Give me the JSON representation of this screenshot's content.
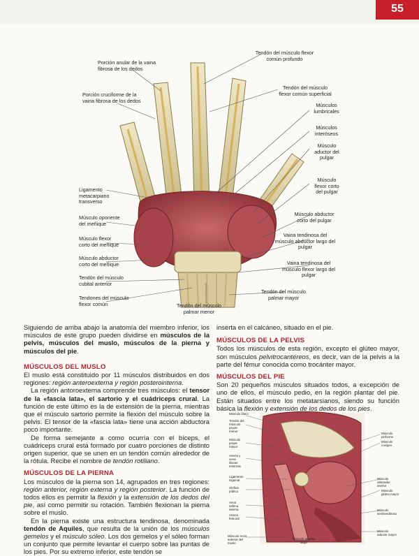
{
  "page_number": "55",
  "hand_labels": {
    "l1": "Porción anular de la vaina fibrosa de los dedos",
    "l2": "Porción cruciforme de la vaina fibrosa de los dedos",
    "l3": "Ligamento metacarpiano transverso",
    "l4": "Músculo oponente del meñique",
    "l5": "Músculo flexor corto del meñique",
    "l6": "Músculo abductor corto del meñique",
    "l7": "Tendón del músculo cubital anterior",
    "l8": "Tendones del músculo flexor común",
    "b1": "Tendón del músculo palmar menor",
    "r1": "Tendón del músculo flexor común profundo",
    "r2": "Tendón del músculo flexor común superficial",
    "r3": "Músculos lumbricales",
    "r4": "Músculos interóseos",
    "r5": "Músculo aductor del pulgar",
    "r6": "Músculo flexor corto del pulgar",
    "r7": "Músculo abductor corto del pulgar",
    "r8": "Vaina tendinosa del músculo abductor largo del pulgar",
    "r9": "Vaina tendinosa del músculo flexor largo del pulgar",
    "r10": "Tendón del músculo palmar mayor"
  },
  "left": {
    "intro_a": "Siguiendo de arriba abajo la anatomía del miembro inferior, los músculos de este grupo pueden dividirse en ",
    "intro_b": "músculos de la pelvis, músculos del muslo, músculos de la pierna y músculos del pie",
    "intro_c": ".",
    "h_muslo": "MÚSCULOS DEL MUSLO",
    "muslo_p1a": "El muslo está constituido por 11 músculos distribuidos en dos regiones: ",
    "muslo_p1b": "región anteroexterna y región posterointerna",
    "muslo_p1c": ".",
    "muslo_p2a": "La región antoroexterna comprende tres músculos: el ",
    "muslo_p2b": "tensor de la «fascia lata», el sartorio y el cuádriceps crural",
    "muslo_p2c": ". La función de este último es la de extensión de la pierna, mientras que el músculo sartorio permite la flexión del músculo sobre la pelvis. El tensor de la «fascia lata» tiene una acción abductora poco importante.",
    "muslo_p3a": "De forma semejante a como ocurría con el bíceps, el cuádriceps crural está formado por cuatro porciones de distinto origen superior, que se unen en un tendón común alrededor de la rótula. Recibe el nombre de ",
    "muslo_p3b": "tendón rotiliano",
    "muslo_p3c": ".",
    "h_pierna": "MÚSCULOS DE LA PIERNA",
    "pierna_p1a": "Los músculos de la pierna son 14, agrupados en tres regiones: ",
    "pierna_p1b": "región anterior, región externa y región posterior",
    "pierna_p1c": ". La función de todos ellos es permitir la ",
    "pierna_p1d": "flexión",
    "pierna_p1e": " y la ",
    "pierna_p1f": "extensión de los dedos del pie",
    "pierna_p1g": ", así como permitir su rotación. También flexionan la pierna sobre el muslo.",
    "pierna_p2a": "En la pierna existe una estructura tendinosa, denominada ",
    "pierna_p2b": "tendón de Aquiles",
    "pierna_p2c": ", que resulta de la unión de los ",
    "pierna_p2d": "músculos gemelos",
    "pierna_p2e": " y el ",
    "pierna_p2f": "músculo sóleo",
    "pierna_p2g": ". Los dos gemelos y el sóleo forman un conjunto que permite levantar el cuerpo sobre las puntas de los pies. Por su extremo inferior, este tendón se"
  },
  "right": {
    "cont": "inserta en el calcáneo, situado en el pie.",
    "h_pelvis": "MÚSCULOS DE LA PELVIS",
    "pelvis_a": "Todos los músculos de esta región, excepto el glúteo mayor, son músculos ",
    "pelvis_b": "pelvitrocantéreos",
    "pelvis_c": ", es decir, van de la pelvis a la parte del fémur conocida como trocánter mayor.",
    "h_pie": "MÚSCULOS DEL PIE",
    "pie_a": "Son 20 pequeños músculos situados todos, a excepción de uno de ellos, el músculo pedio, en la región plantar del pie. Están situados entre los metatarsianos, siendo su función básica la ",
    "pie_b": "flexión",
    "pie_c": " y ",
    "pie_d": "extensión de los dedos de los pies",
    "pie_e": "."
  },
  "hip_labels": {
    "a1": "Músculo ilíaco",
    "a2": "Tendón del músculo psoas menor",
    "a3": "Músculo psoas mayor",
    "a4": "Arteria y vena ilíacas externas",
    "a5": "Ligamento inguinal",
    "a6": "Sínfisis púbica",
    "a7": "Vena safena interna",
    "a8": "Arteria femoral",
    "a9": "Músculo recto anterior del muslo",
    "b1": "Músculo aductor largo",
    "c1": "Músculo piriforme",
    "c2": "Músculo coxígeo",
    "c3": "Músculo obturador interior",
    "c4": "Músculo glúteo mayor",
    "c5": "Músculo semitendinoso",
    "c6": "Músculo aductor mayor"
  }
}
